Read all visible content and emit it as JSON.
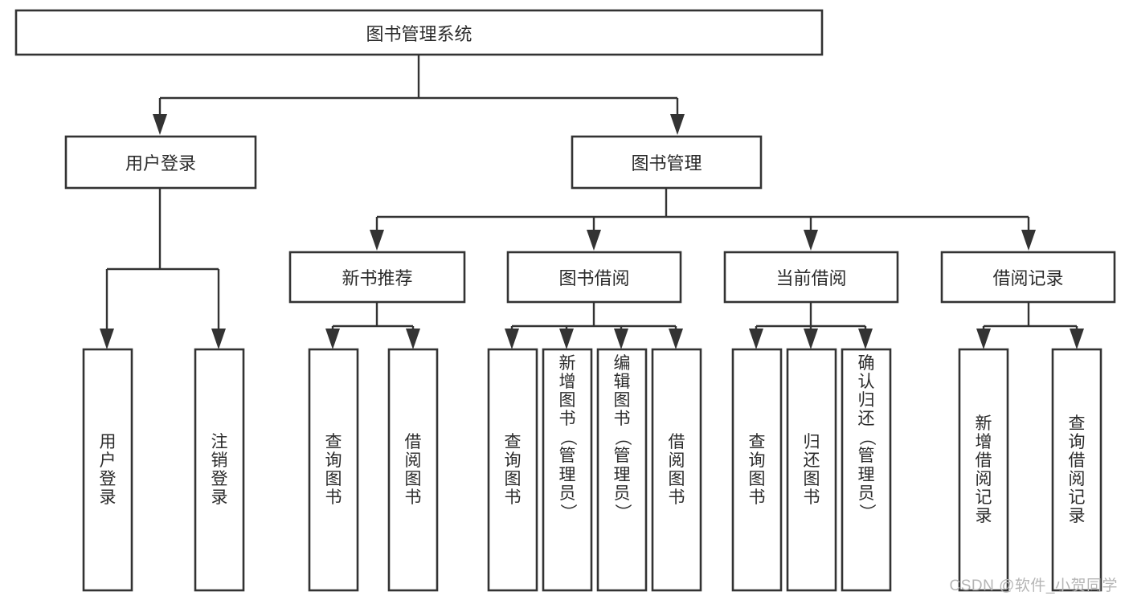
{
  "diagram": {
    "title": "图书管理系统",
    "type": "tree-hierarchy-chart",
    "watermark": "CSDN @软件_小贺同学",
    "root": {
      "id": "root",
      "label": "图书管理系统"
    },
    "level2": [
      {
        "id": "user-login",
        "label": "用户登录"
      },
      {
        "id": "book-management",
        "label": "图书管理"
      }
    ],
    "level3": [
      {
        "id": "new-book-recommend",
        "label": "新书推荐",
        "parent": "book-management"
      },
      {
        "id": "book-borrow",
        "label": "图书借阅",
        "parent": "book-management"
      },
      {
        "id": "current-borrow",
        "label": "当前借阅",
        "parent": "book-management"
      },
      {
        "id": "borrow-record",
        "label": "借阅记录",
        "parent": "book-management"
      }
    ],
    "leaves": [
      {
        "id": "leaf-user-login",
        "label": "用户登录",
        "parent": "user-login"
      },
      {
        "id": "leaf-logout-login",
        "label": "注销登录",
        "parent": "user-login"
      },
      {
        "id": "leaf-query-book-1",
        "label": "查询图书",
        "parent": "new-book-recommend"
      },
      {
        "id": "leaf-borrow-book-1",
        "label": "借阅图书",
        "parent": "new-book-recommend"
      },
      {
        "id": "leaf-query-book-2",
        "label": "查询图书",
        "parent": "book-borrow"
      },
      {
        "id": "leaf-add-book",
        "label": "新增图书（管理员）",
        "parent": "book-borrow"
      },
      {
        "id": "leaf-edit-book",
        "label": "编辑图书（管理员）",
        "parent": "book-borrow"
      },
      {
        "id": "leaf-borrow-book-2",
        "label": "借阅图书",
        "parent": "book-borrow"
      },
      {
        "id": "leaf-query-book-3",
        "label": "查询图书",
        "parent": "current-borrow"
      },
      {
        "id": "leaf-return-book",
        "label": "归还图书",
        "parent": "current-borrow"
      },
      {
        "id": "leaf-confirm-return",
        "label": "确认归还（管理员）",
        "parent": "current-borrow"
      },
      {
        "id": "leaf-add-record",
        "label": "新增借阅记录",
        "parent": "borrow-record"
      },
      {
        "id": "leaf-query-record",
        "label": "查询借阅记录",
        "parent": "borrow-record"
      }
    ],
    "colors": {
      "stroke": "#333333",
      "box_fill": "#ffffff",
      "text": "#2b2b2b",
      "background": "#ffffff",
      "watermark": "#b5b5b5"
    }
  }
}
